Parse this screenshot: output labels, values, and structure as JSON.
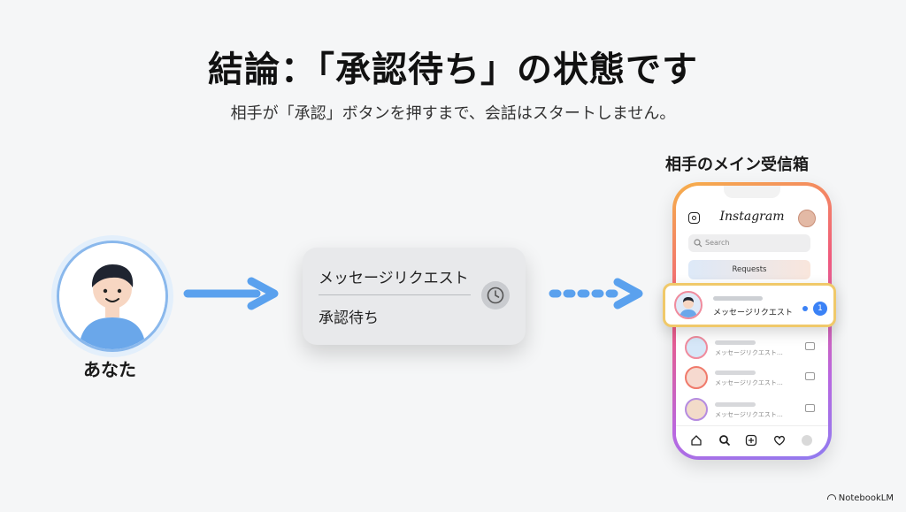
{
  "header": {
    "title": "結論：「承認待ち」の状態です",
    "subtitle": "相手が「承認」ボタンを押すまで、会話はスタートしません。"
  },
  "sender": {
    "label": "あなた",
    "icon": "person-avatar-icon"
  },
  "request_card": {
    "title": "メッセージリクエスト",
    "status": "承認待ち",
    "icon": "clock-icon"
  },
  "inbox": {
    "title": "相手のメイン受信箱",
    "app_name": "Instagram",
    "search_placeholder": "Search",
    "requests_label": "Requests",
    "highlighted": {
      "text": "メッセージリクエスト",
      "badge": "1"
    },
    "rows": [
      {
        "text": "メッセージリクエスト…"
      },
      {
        "text": "メッセージリクエスト…"
      },
      {
        "text": "メッセージリクエスト…"
      }
    ],
    "tabs": [
      "home-icon",
      "search-icon",
      "plus-square-icon",
      "heart-icon",
      "profile-icon"
    ]
  },
  "colors": {
    "arrow": "#5aa1ee",
    "accent_blue": "#3b82f6",
    "highlight_border": "#f0c96a"
  },
  "footer": {
    "brand": "NotebookLM"
  }
}
